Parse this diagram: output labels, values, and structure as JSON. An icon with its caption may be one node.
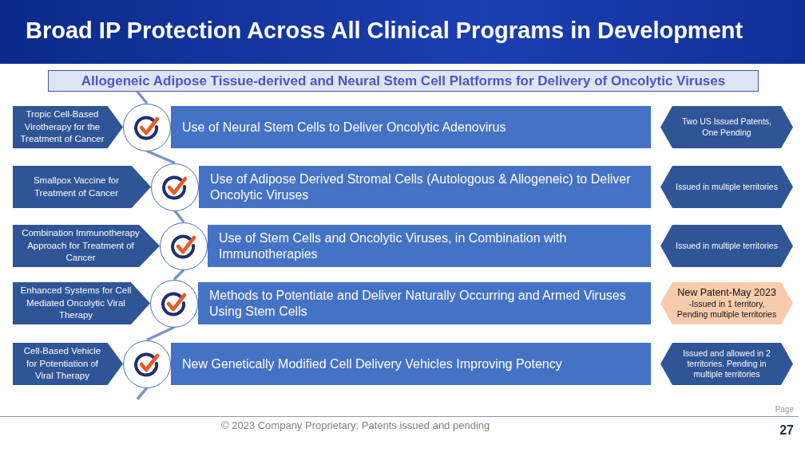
{
  "diagram": {
    "title": "Broad IP Protection Across All Clinical Programs in Development",
    "nodes": [
      {
        "text": [
          "Allogeneic Adipose Tissue-derived and Neural Stem Cell Platforms for Delivery of Oncolytic Viruses"
        ]
      },
      {
        "text": [
          "Tropic Cell-Based Virotherapy for the Treatment of Cancer"
        ]
      },
      {
        "text": [],
        "shape": "circle"
      },
      {
        "text": [
          "Use of Neural Stem Cells to Deliver Oncolytic Adenovirus"
        ]
      },
      {
        "text": [
          "Two US Issued Patents, One Pending"
        ]
      },
      {
        "text": [
          "Smallpox Vaccine for Treatment of Cancer"
        ]
      },
      {
        "text": [],
        "shape": "circle"
      },
      {
        "text": [
          "Use of Adipose Derived Stromal Cells (Autologous & Allogeneic) to Deliver Oncolytic Viruses"
        ]
      },
      {
        "text": [
          "Issued in multiple territories"
        ]
      },
      {
        "text": [
          "Combination Immunotherapy Approach for Treatment of Cancer"
        ]
      },
      {
        "text": [],
        "shape": "circle"
      },
      {
        "text": [
          "Use of Stem Cells and Oncolytic Viruses, in Combination with Immunotherapies"
        ]
      },
      {
        "text": [
          "Issued in multiple territories"
        ]
      },
      {
        "text": [
          "Enhanced Systems for Cell Mediated Oncolytic Viral Therapy"
        ]
      },
      {
        "text": [],
        "shape": "circle"
      },
      {
        "text": [
          "Methods to Potentiate and Deliver Naturally Occurring and Armed Viruses Using Stem Cells"
        ]
      },
      {
        "text": [
          "New Patent-May 2023",
          "-Issued in 1 territory, Pending multiple territories"
        ]
      },
      {
        "text": [
          "Cell-Based Vehicle for Potentiation of Viral Therapy"
        ]
      },
      {
        "text": [],
        "shape": "circle"
      },
      {
        "text": [
          "New Genetically Modified Cell Delivery Vehicles Improving Potency"
        ]
      },
      {
        "text": [
          "Issued and allowed in 2 territories. Pending in multiple territories"
        ]
      }
    ],
    "edges": [
      {
        "from": 0,
        "to": 2,
        "arrow": "none"
      },
      {
        "from": 2,
        "to": 6,
        "arrow": "none"
      },
      {
        "from": 6,
        "to": 10,
        "arrow": "none"
      },
      {
        "from": 10,
        "to": 14,
        "arrow": "none"
      },
      {
        "from": 14,
        "to": 18,
        "arrow": "none"
      },
      {
        "from": 18,
        "to": null,
        "arrow": "none"
      }
    ],
    "labels": [
      "© 2023 Company Proprietary; Patents issued and pending",
      "Page",
      "27"
    ]
  }
}
